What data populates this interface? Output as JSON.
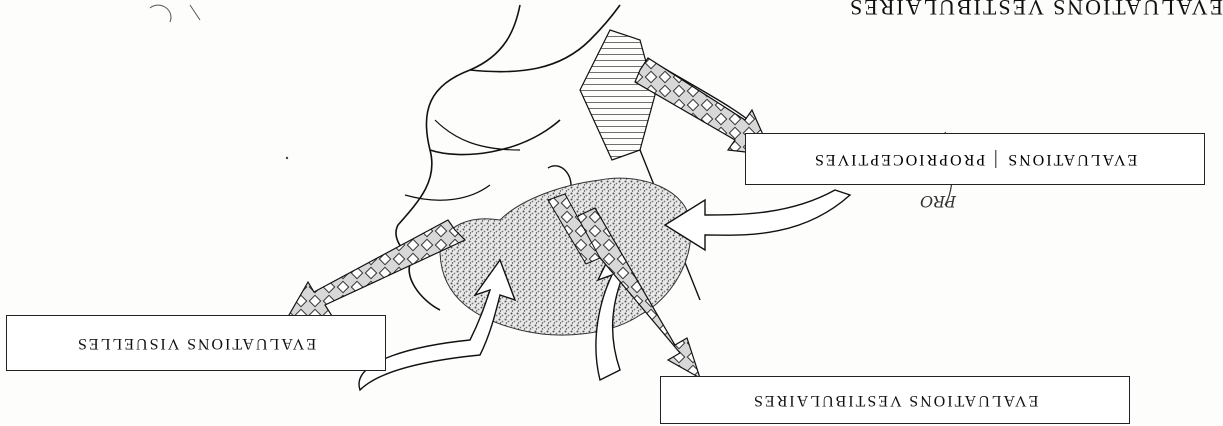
{
  "title_cropped": "EVALUATIONS VESTIBULAIRES",
  "boxes": {
    "proprio_left": "EVALUATIONS",
    "proprio_right": "PROPRIOCEPTIVES",
    "visual": "EVALUATIONS VISUELLES",
    "vestibular": "EVALUATIONS VESTIBULAIRES"
  },
  "handwritten_note": "PRO",
  "colors": {
    "ink": "#111111",
    "paper": "#fdfdfc",
    "stipple": "#6b6b6b"
  }
}
